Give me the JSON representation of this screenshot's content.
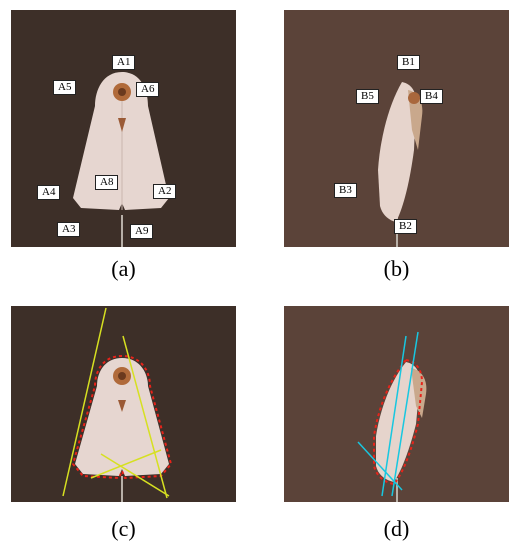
{
  "panels": {
    "a": {
      "caption": "(a)",
      "labels": {
        "A1": "A1",
        "A2": "A2",
        "A3": "A3",
        "A4": "A4",
        "A5": "A5",
        "A6": "A6",
        "A8": "A8",
        "A9": "A9"
      }
    },
    "b": {
      "caption": "(b)",
      "labels": {
        "B1": "B1",
        "B2": "B2",
        "B3": "B3",
        "B4": "B4",
        "B5": "B5"
      }
    },
    "c": {
      "caption": "(c)"
    },
    "d": {
      "caption": "(d)"
    }
  },
  "colors": {
    "background_dark": "#3d2f28",
    "background_brown": "#5b4339",
    "wing": "#e8d8d2",
    "contour_red": "#e8231a",
    "tangent_yellow": "#d6e021",
    "tangent_cyan": "#18c7e0"
  }
}
